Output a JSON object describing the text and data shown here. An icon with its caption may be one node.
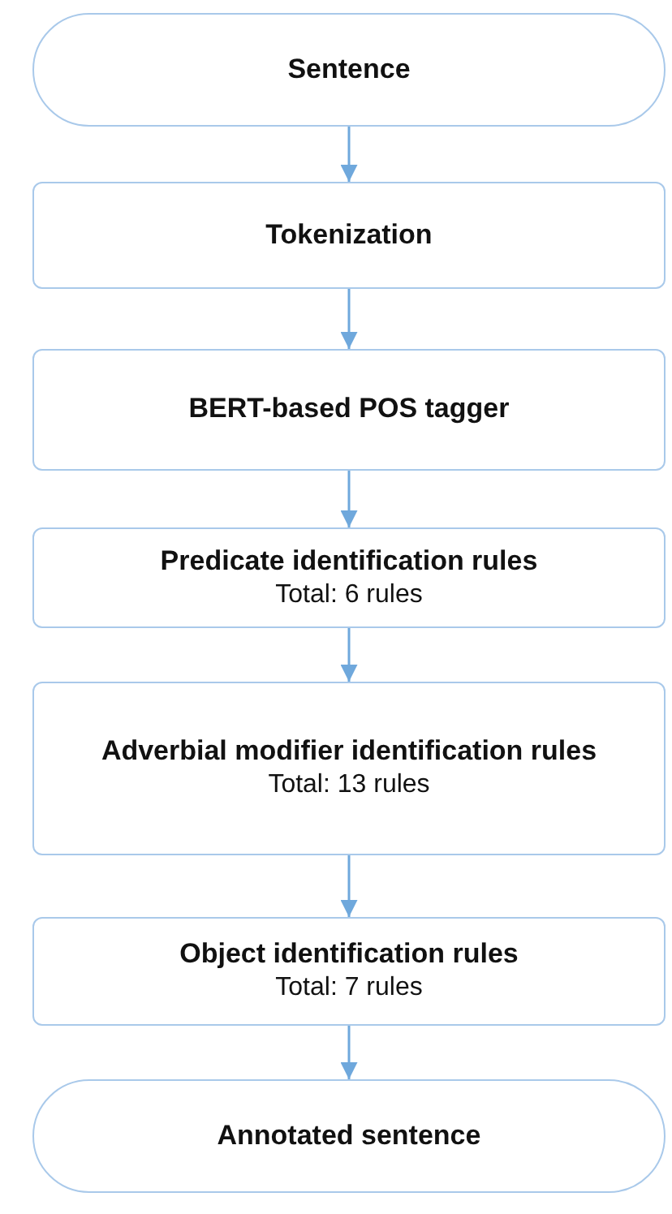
{
  "diagram": {
    "nodes": [
      {
        "text": [
          "Sentence"
        ]
      },
      {
        "text": [
          "Tokenization"
        ]
      },
      {
        "text": [
          "BERT-based POS tagger"
        ]
      },
      {
        "text": [
          "Predicate identification rules",
          "Total: 6 rules"
        ]
      },
      {
        "text": [
          "Adverbial modifier identification rules",
          "Total: 13 rules"
        ]
      },
      {
        "text": [
          "Object identification rules",
          "Total: 7 rules"
        ]
      },
      {
        "text": [
          "Annotated sentence"
        ]
      }
    ],
    "edges": [
      {
        "from": 0,
        "to": 1,
        "arrow": "to"
      },
      {
        "from": 1,
        "to": 2,
        "arrow": "to"
      },
      {
        "from": 2,
        "to": 3,
        "arrow": "to"
      },
      {
        "from": 3,
        "to": 4,
        "arrow": "to"
      },
      {
        "from": 4,
        "to": 5,
        "arrow": "to"
      },
      {
        "from": 5,
        "to": 6,
        "arrow": "to"
      }
    ]
  }
}
